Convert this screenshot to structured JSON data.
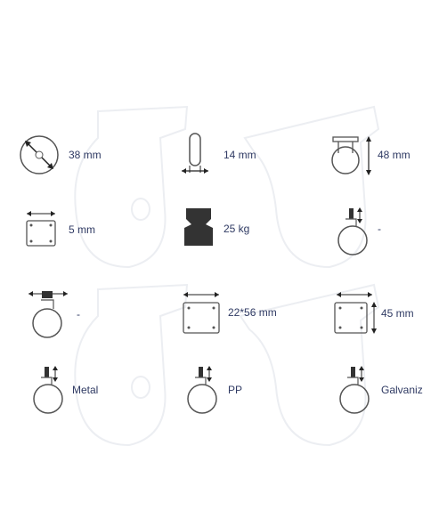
{
  "specs": {
    "wheel_diameter": "38 mm",
    "wheel_width": "14 mm",
    "height": "48 mm",
    "plate_thickness": "5 mm",
    "load_capacity": "25 kg",
    "stem_dash": "-",
    "plate_size": "22*56 mm",
    "hole_spacing": "45 mm",
    "small_dash": "-",
    "bearing": "Metal",
    "wheel_material": "PP",
    "plate_finish": "Galvaniz"
  },
  "icons": {
    "diameter": "wheel-diameter-icon",
    "width": "wheel-width-icon",
    "height": "caster-height-icon",
    "plate": "plate-thickness-icon",
    "weight": "weight-icon",
    "stem": "stem-icon",
    "mount": "mounting-plate-icon",
    "spacing": "hole-spacing-icon",
    "bearing": "bearing-icon",
    "material": "wheel-material-icon",
    "finish": "finish-icon"
  },
  "colors": {
    "text": "#2f3a63",
    "icon": "#555555",
    "ghost": "#e8eaee"
  }
}
